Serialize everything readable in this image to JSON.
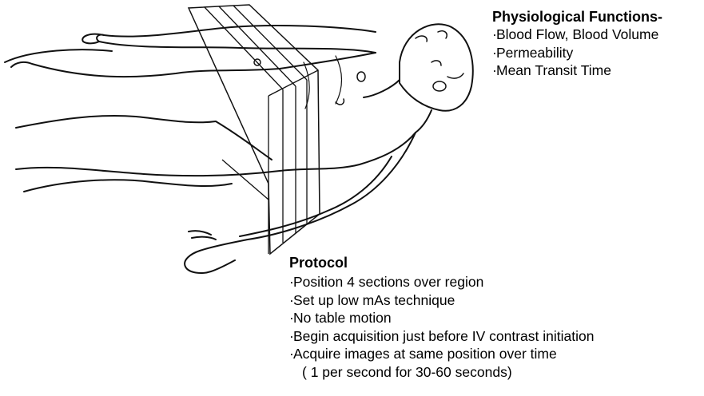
{
  "physiological": {
    "title": "Physiological Functions-",
    "items": [
      "Blood Flow, Blood Volume",
      "Permeability",
      "Mean Transit Time"
    ]
  },
  "protocol": {
    "title": "Protocol",
    "items": [
      "Position 4 sections over region",
      "Set up low mAs technique",
      "No table motion",
      "Begin acquisition just before IV contrast initiation",
      "Acquire images at same position over time"
    ],
    "note": "( 1 per second for 30-60 seconds)"
  },
  "illustration": {
    "subject": "line drawing of supine patient",
    "section_count": 4
  }
}
